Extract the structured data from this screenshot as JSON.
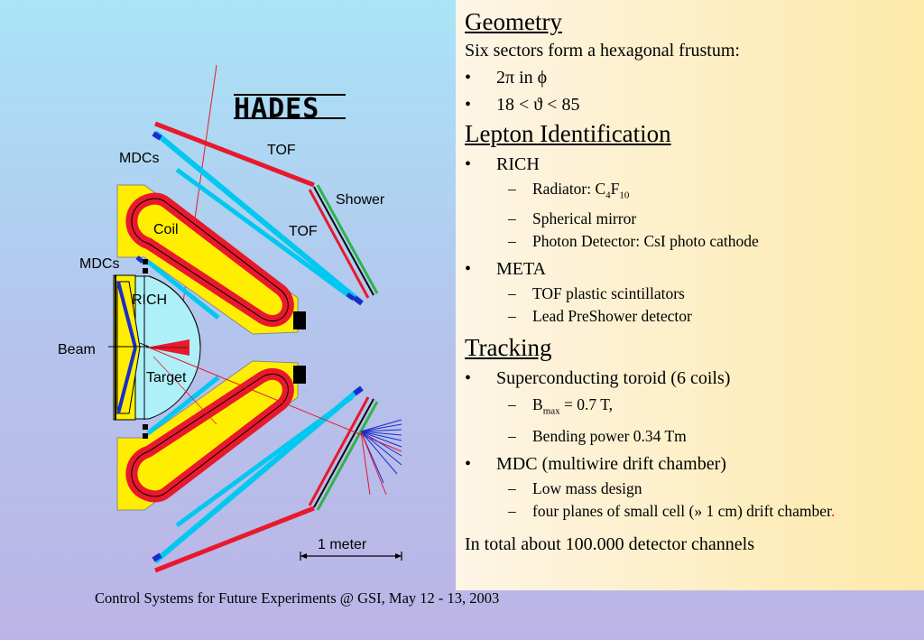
{
  "diagram": {
    "logo": "HADES",
    "labels": {
      "mdcs_top": "MDCs",
      "tof_top": "TOF",
      "shower": "Shower",
      "coil": "Coil",
      "tof_mid": "TOF",
      "mdcs_mid": "MDCs",
      "rich": "RICH",
      "beam": "Beam",
      "target": "Target"
    },
    "scale": "1 meter",
    "colors": {
      "tof": "#e8192c",
      "mdc": "#00c8f0",
      "coil_yoke": "#ffee00",
      "coil_red": "#e8192c",
      "rich": "#aef0f8"
    }
  },
  "slide": {
    "geometry": {
      "title": "Geometry",
      "intro": "Six sectors form a hexagonal frustum:",
      "bullet1": "2π in ϕ",
      "bullet2": "18 <  ϑ  <  85"
    },
    "lepton": {
      "title": "Lepton Identification",
      "rich": "RICH",
      "radiator_pre": "Radiator: C",
      "radiator_sub1": "4",
      "radiator_mid": "F",
      "radiator_sub2": "10",
      "mirror": "Spherical mirror",
      "photon": "Photon Detector: CsI photo cathode",
      "meta": "META",
      "tof": "TOF plastic scintillators",
      "preshower": "Lead PreShower detector"
    },
    "tracking": {
      "title": "Tracking",
      "toroid": "Superconducting toroid (6 coils)",
      "bmax_pre": "B",
      "bmax_sub": "max",
      "bmax_post": " = 0.7 T,",
      "bending": "Bending power 0.34 Tm",
      "mdc": "MDC (multiwire drift chamber)",
      "lowmass": "Low mass design",
      "planes_main": "four planes of small cell (» 1 cm) drift chamber",
      "planes_dot": "."
    },
    "total": "In total about  100.000  detector channels"
  },
  "footer": "Control Systems for Future Experiments @ GSI, May 12 - 13, 2003"
}
